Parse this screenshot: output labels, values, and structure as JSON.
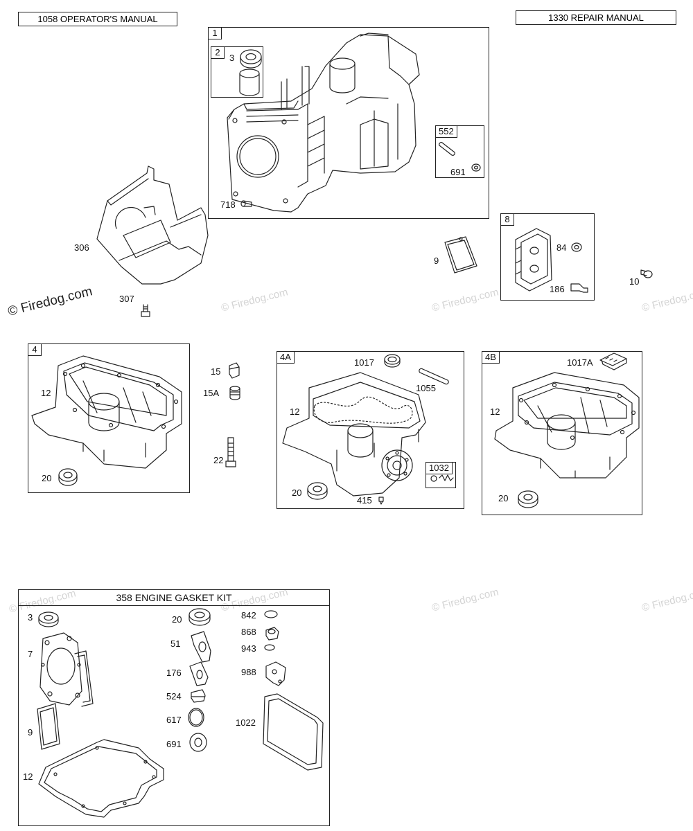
{
  "manuals": {
    "operator": "1058 OPERATOR'S MANUAL",
    "repair": "1330 REPAIR MANUAL"
  },
  "watermark": "© Firedog.com",
  "groups": {
    "g1": "1",
    "g2": "2",
    "g552": "552",
    "g8": "8",
    "g4": "4",
    "g4a": "4A",
    "g4b": "4B",
    "g1032": "1032"
  },
  "kit_title": "358 ENGINE GASKET KIT",
  "labels": {
    "p3": "3",
    "p718": "718",
    "p691": "691",
    "p306": "306",
    "p307": "307",
    "p9": "9",
    "p84": "84",
    "p186": "186",
    "p10": "10",
    "p15": "15",
    "p15a": "15A",
    "p22": "22",
    "g4_12": "12",
    "g4_20": "20",
    "g4a_1017": "1017",
    "g4a_1055": "1055",
    "g4a_12": "12",
    "g4a_20": "20",
    "g4a_415": "415",
    "g4b_1017a": "1017A",
    "g4b_12": "12",
    "g4b_20": "20",
    "k3": "3",
    "k7": "7",
    "k9": "9",
    "k12": "12",
    "k20": "20",
    "k51": "51",
    "k176": "176",
    "k524": "524",
    "k617": "617",
    "k691": "691",
    "k842": "842",
    "k868": "868",
    "k943": "943",
    "k988": "988",
    "k1022": "1022"
  },
  "colors": {
    "line": "#222222",
    "watermark": "#d4d4d4"
  }
}
